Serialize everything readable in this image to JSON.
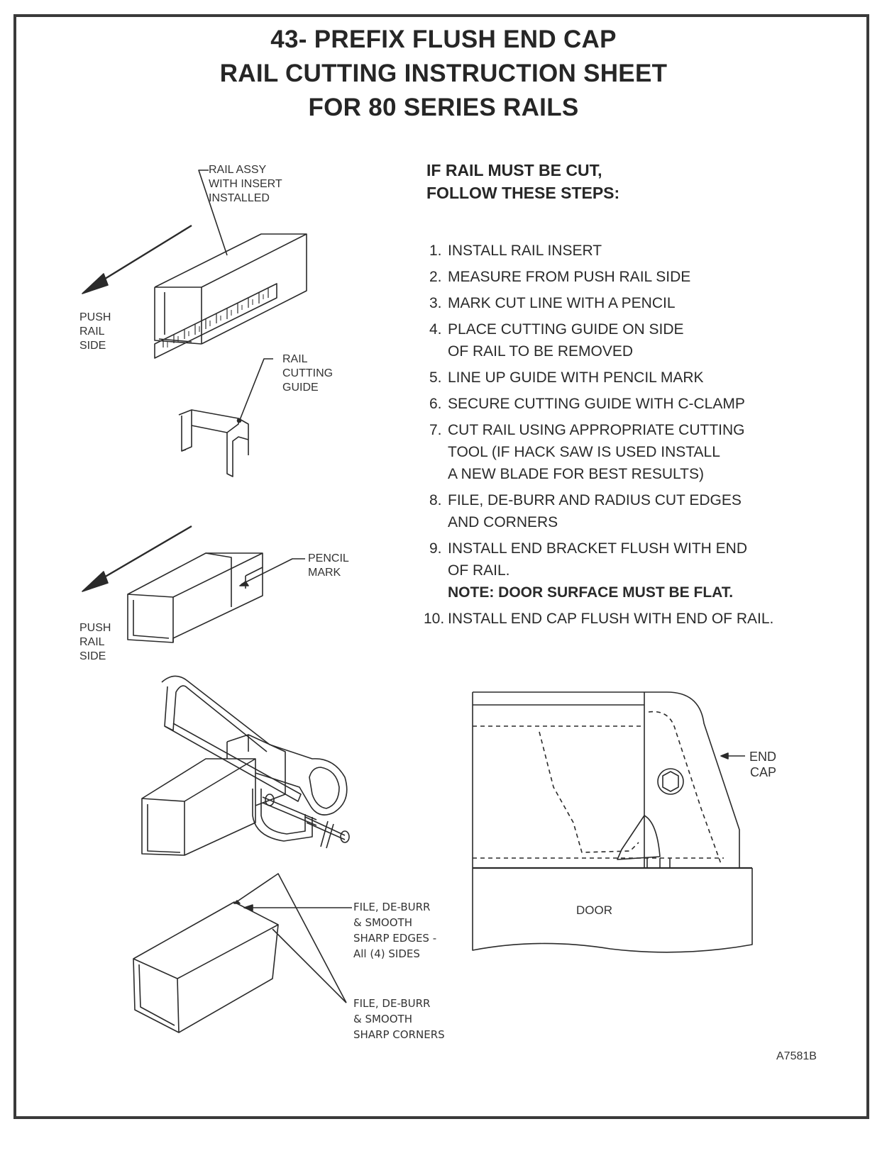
{
  "title": {
    "line1": "43- PREFIX FLUSH END CAP",
    "line2": "RAIL CUTTING INSTRUCTION SHEET",
    "line3": "FOR 80 SERIES RAILS"
  },
  "steps_heading": {
    "line1": "IF RAIL MUST BE CUT,",
    "line2": "FOLLOW THESE STEPS:"
  },
  "steps": [
    {
      "num": "1.",
      "text": "INSTALL RAIL INSERT"
    },
    {
      "num": "2.",
      "text": "MEASURE FROM PUSH RAIL SIDE"
    },
    {
      "num": "3.",
      "text": "MARK CUT LINE WITH A PENCIL"
    },
    {
      "num": "4.",
      "text": "PLACE CUTTING GUIDE ON SIDE",
      "cont": "OF RAIL TO BE REMOVED"
    },
    {
      "num": "5.",
      "text": "LINE UP GUIDE WITH PENCIL MARK"
    },
    {
      "num": "6.",
      "text": "SECURE CUTTING GUIDE WITH C-CLAMP"
    },
    {
      "num": "7.",
      "text": "CUT RAIL USING APPROPRIATE CUTTING",
      "cont": "TOOL (IF HACK SAW IS USED INSTALL",
      "cont2": "A NEW BLADE FOR BEST RESULTS)"
    },
    {
      "num": "8.",
      "text": "FILE, DE-BURR AND RADIUS CUT EDGES",
      "cont": "AND CORNERS"
    },
    {
      "num": "9.",
      "text": "INSTALL END BRACKET FLUSH WITH END",
      "cont": "OF RAIL.",
      "note": "NOTE:  DOOR SURFACE MUST BE FLAT."
    },
    {
      "num": "10.",
      "text": "INSTALL END CAP FLUSH WITH END OF RAIL."
    }
  ],
  "labels": {
    "rail_assy": [
      "RAIL ASSY",
      "WITH INSERT",
      "INSTALLED"
    ],
    "push_rail_side_1": [
      "PUSH",
      "RAIL",
      "SIDE"
    ],
    "rail_cutting_guide": [
      "RAIL",
      "CUTTING",
      "GUIDE"
    ],
    "pencil_mark": [
      "PENCIL",
      "MARK"
    ],
    "push_rail_side_2": [
      "PUSH",
      "RAIL",
      "SIDE"
    ],
    "end_cap": [
      "END",
      "CAP"
    ],
    "door": "DOOR",
    "file_edges": [
      "FILE, DE-BURR",
      "& SMOOTH",
      "SHARP EDGES -",
      "All (4) SIDES"
    ],
    "file_corners": [
      "FILE, DE-BURR",
      "& SMOOTH",
      "SHARP CORNERS"
    ]
  },
  "drawing_code": "A7581B"
}
